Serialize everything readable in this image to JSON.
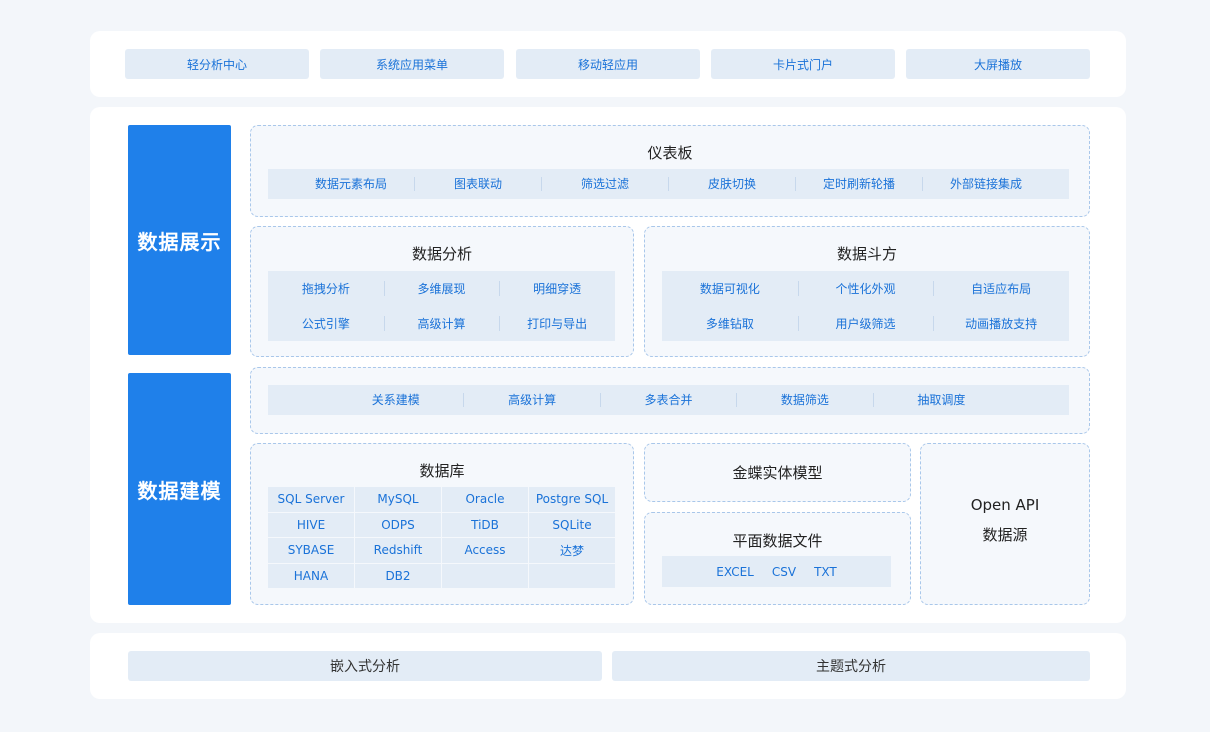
{
  "top_bar": {
    "items": [
      "轻分析中心",
      "系统应用菜单",
      "移动轻应用",
      "卡片式门户",
      "大屏播放"
    ]
  },
  "display_section": {
    "label": "数据展示",
    "dashboard": {
      "title": "仪表板",
      "items": [
        "数据元素布局",
        "图表联动",
        "筛选过滤",
        "皮肤切换",
        "定时刷新轮播",
        "外部链接集成"
      ]
    },
    "analysis": {
      "title": "数据分析",
      "items": [
        "拖拽分析",
        "多维展现",
        "明细穿透",
        "公式引擎",
        "高级计算",
        "打印与导出"
      ]
    },
    "doufang": {
      "title": "数据斗方",
      "items": [
        "数据可视化",
        "个性化外观",
        "自适应布局",
        "多维钻取",
        "用户级筛选",
        "动画播放支持"
      ]
    }
  },
  "modeling_section": {
    "label": "数据建模",
    "features": [
      "关系建模",
      "高级计算",
      "多表合并",
      "数据筛选",
      "抽取调度"
    ],
    "database": {
      "title": "数据库",
      "items": [
        "SQL Server",
        "MySQL",
        "Oracle",
        "Postgre SQL",
        "HIVE",
        "ODPS",
        "TiDB",
        "SQLite",
        "SYBASE",
        "Redshift",
        "Access",
        "达梦",
        "HANA",
        "DB2",
        "",
        ""
      ]
    },
    "kingdee": {
      "title": "金蝶实体模型"
    },
    "flatfile": {
      "title": "平面数据文件",
      "items": [
        "EXCEL",
        "CSV",
        "TXT"
      ]
    },
    "openapi": {
      "line1": "Open API",
      "line2": "数据源"
    }
  },
  "bottom_bar": {
    "items": [
      "嵌入式分析",
      "主题式分析"
    ]
  }
}
